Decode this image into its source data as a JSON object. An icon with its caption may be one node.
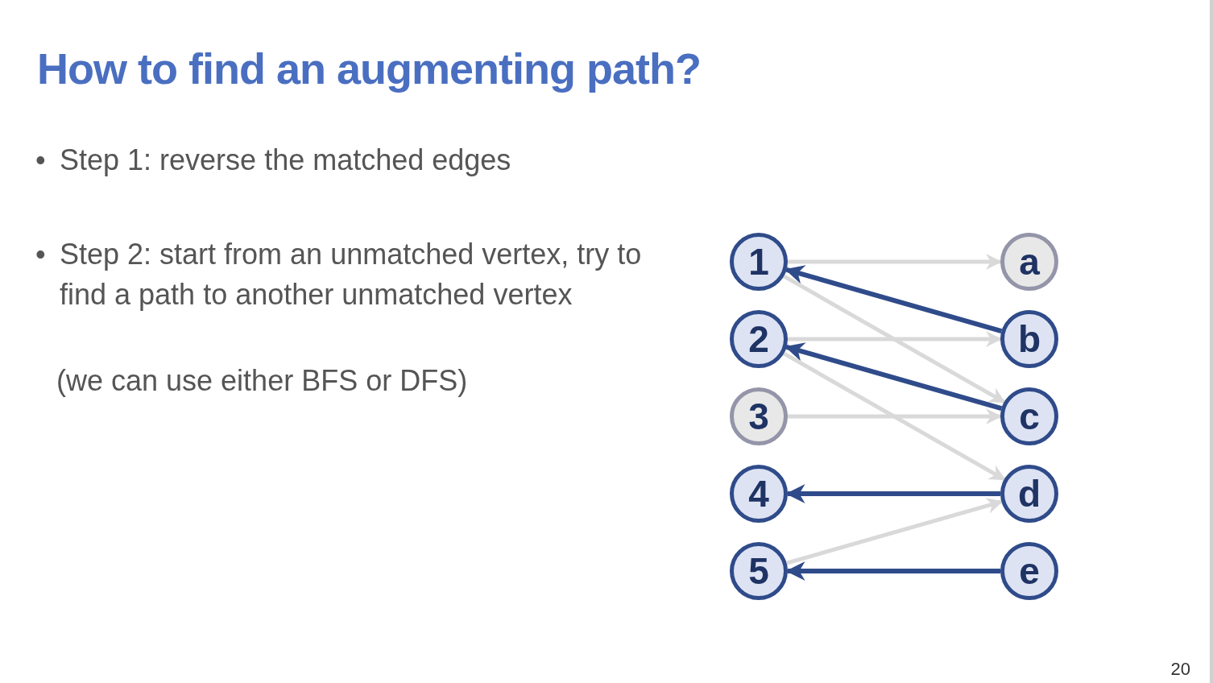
{
  "diagram": {
    "title": "How to find an augmenting path?",
    "nodes": [
      {
        "text": [
          "1"
        ]
      },
      {
        "text": [
          "2"
        ]
      },
      {
        "text": [
          "3"
        ]
      },
      {
        "text": [
          "4"
        ]
      },
      {
        "text": [
          "5"
        ]
      },
      {
        "text": [
          "a"
        ]
      },
      {
        "text": [
          "b"
        ]
      },
      {
        "text": [
          "c"
        ]
      },
      {
        "text": [
          "d"
        ]
      },
      {
        "text": [
          "e"
        ]
      }
    ],
    "edges": [
      {
        "from": 0,
        "to": 5,
        "arrow": "to"
      },
      {
        "from": 6,
        "to": 0,
        "arrow": "to",
        "color": "#2f4b8a"
      },
      {
        "from": 0,
        "to": 7,
        "arrow": "to"
      },
      {
        "from": 1,
        "to": 6,
        "arrow": "to"
      },
      {
        "from": 7,
        "to": 1,
        "arrow": "to",
        "color": "#2f4b8a"
      },
      {
        "from": 1,
        "to": 8,
        "arrow": "to"
      },
      {
        "from": 2,
        "to": 7,
        "arrow": "to"
      },
      {
        "from": 8,
        "to": 3,
        "arrow": "to",
        "color": "#2f4b8a"
      },
      {
        "from": 4,
        "to": 8,
        "arrow": "to"
      },
      {
        "from": 9,
        "to": 4,
        "arrow": "to",
        "color": "#2f4b8a"
      }
    ],
    "labels": [
      "•",
      "Step 1: reverse the matched edges",
      "•",
      "Step 2: start from an unmatched vertex, try to find a path to another unmatched vertex",
      "(we can use either BFS or DFS)",
      "20"
    ]
  }
}
